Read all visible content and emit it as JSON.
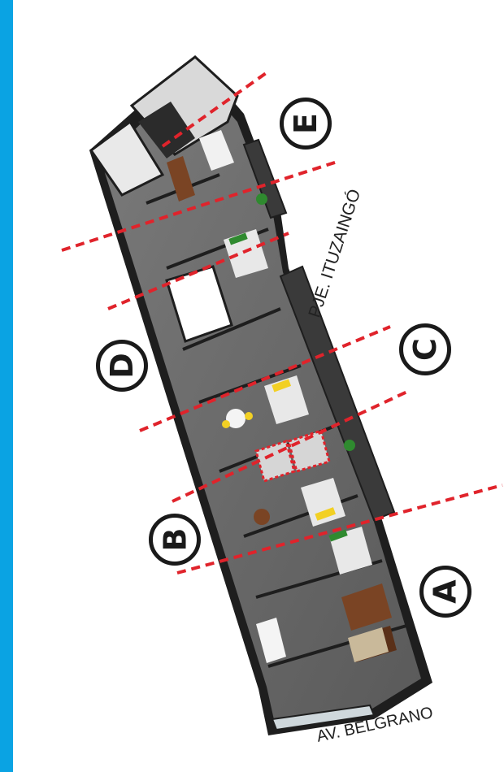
{
  "units": [
    {
      "label": "E",
      "name": "unit-e"
    },
    {
      "label": "D",
      "name": "unit-d"
    },
    {
      "label": "C",
      "name": "unit-c"
    },
    {
      "label": "B",
      "name": "unit-b"
    },
    {
      "label": "A",
      "name": "unit-a"
    }
  ],
  "streets": {
    "side": "PJE. ITUZAINGÓ",
    "front": "AV. BELGRANO"
  },
  "colors": {
    "sidebar": "#0aa3e3",
    "divider": "#e0232b",
    "wall": "#1e1e1e",
    "floor": "#6b6b6b",
    "wood": "#7a4424",
    "accent_green": "#2f8a2f",
    "accent_yellow": "#f2d024",
    "patio": "#ffffff"
  }
}
